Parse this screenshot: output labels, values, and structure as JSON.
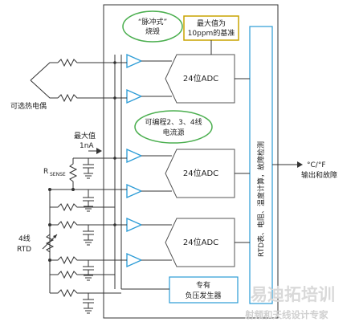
{
  "labels": {
    "pulse_burnout_line1": "“脉冲式”",
    "pulse_burnout_line2": "烧毁",
    "max_value_line1": "最大值为",
    "max_value_line2": "10ppm的基准",
    "thermocouple": "可选热电偶",
    "programmable_line1": "可编程2、3、4线",
    "programmable_line2": "电流源",
    "max_current_line1": "最大值",
    "max_current_line2": "1nA",
    "rsense_main": "R",
    "rsense_sub": "SENSE",
    "rtd_line1": "4线",
    "rtd_line2": "RTD",
    "adc1": "24位ADC",
    "adc2": "24位ADC",
    "adc3": "24位ADC",
    "processing_vertical": "RTD表、电阻、温度计算，故障检测",
    "output_line1": "°C/°F",
    "output_line2": "输出和故障",
    "neg_bias_line1": "专有",
    "neg_bias_line2": "负压发生器"
  },
  "watermark": {
    "main": "易迪拓培训",
    "sub": "射频和天线设计专家"
  },
  "colors": {
    "amplifier": "#2a9bd6",
    "ellipse": "#4caf50",
    "adc_border": "#555555",
    "line": "#333333",
    "box_max_value_border": "#c9a400"
  }
}
